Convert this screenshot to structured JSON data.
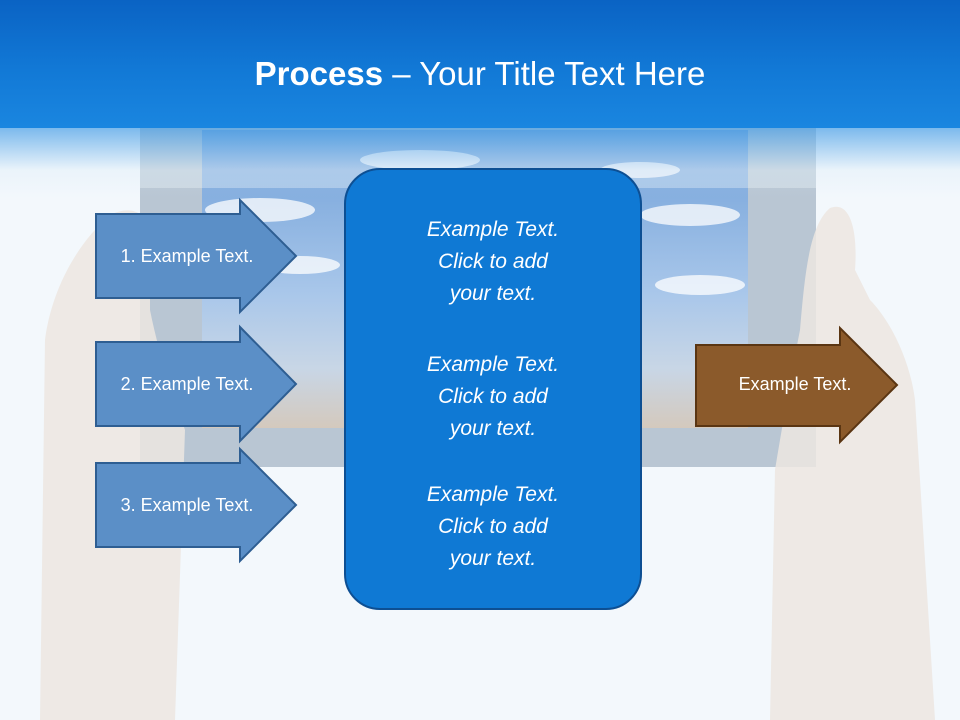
{
  "title": {
    "bold": "Process",
    "rest": " – Your Title Text Here"
  },
  "left_arrows": [
    {
      "label": "1. Example Text."
    },
    {
      "label": "2. Example Text."
    },
    {
      "label": "3. Example Text."
    }
  ],
  "center_box": {
    "items": [
      {
        "lines": [
          "Example Text.",
          "Click  to add",
          "your text."
        ]
      },
      {
        "lines": [
          "Example Text.",
          "Click  to add",
          "your text."
        ]
      },
      {
        "lines": [
          "Example Text.",
          "Click  to add",
          "your text."
        ]
      }
    ]
  },
  "right_arrow": {
    "label": "Example Text."
  },
  "colors": {
    "header": "#1279d6",
    "left_arrow_fill": "#5b8fc7",
    "center_box_fill": "#0f79d4",
    "right_arrow_fill": "#8b5a2b"
  }
}
